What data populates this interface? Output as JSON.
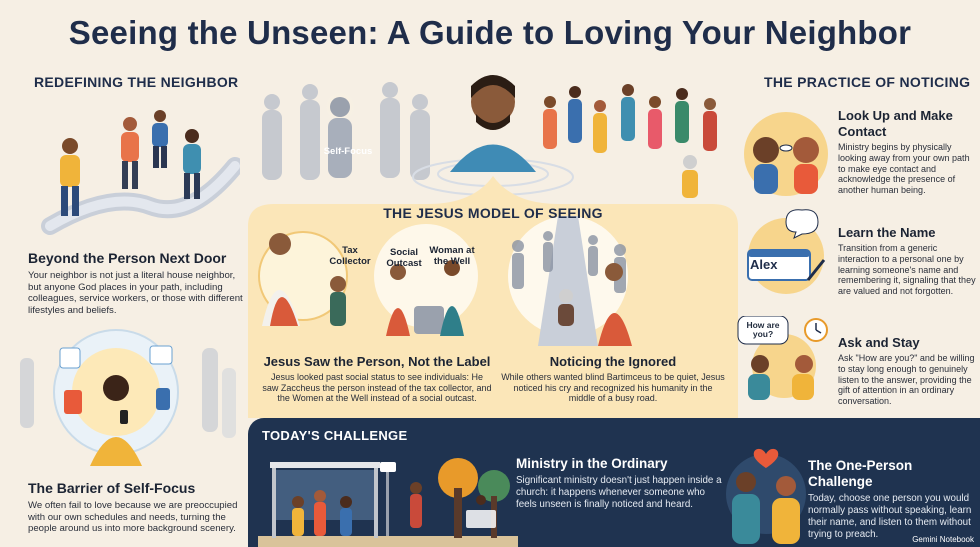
{
  "title": "Seeing the Unseen: A Guide to Loving Your Neighbor",
  "left": {
    "heading": "REDEFINING THE NEIGHBOR",
    "card1": {
      "title": "Beyond the Person Next Door",
      "body": "Your neighbor is not just a literal house neighbor, but anyone God places in your path, including colleagues, service workers, or those with different lifestyles and beliefs."
    },
    "card2": {
      "title": "The Barrier of Self-Focus",
      "body": "We often fail to love because we are preoccupied with our own schedules and needs, turning the people around us into more background scenery."
    }
  },
  "center": {
    "self_focus_label": "Self-Focus",
    "jesus_model_heading": "THE JESUS MODEL OF SEEING",
    "labels": {
      "tax_collector": "Tax Collector",
      "social_outcast": "Social Outcast",
      "woman_at_well": "Woman at the Well"
    },
    "card1": {
      "title": "Jesus Saw the Person, Not the Label",
      "body": "Jesus looked past social status to see individuals: He saw Zaccheus the person instead of the tax collector, and the Women at the Well instead of a social outcast."
    },
    "card2": {
      "title": "Noticing the Ignored",
      "body": "While others wanted blind Bartimceus to be quiet, Jesus noticed his cry and recognized his humanity in the middle of a busy road."
    }
  },
  "right": {
    "heading": "THE PRACTICE OF NOTICING",
    "item1": {
      "title": "Look Up and Make Contact",
      "body": "Ministry begins by physically looking away from your own path to make eye contact and acknowledge the presence of another human being."
    },
    "item2": {
      "title": "Learn the Name",
      "body": "Transition from a generic interaction to a personal one by learning someone's name and remembering it, signaling that they are valued and not forgotten.",
      "name_card": "Alex"
    },
    "item3": {
      "title": "Ask and Stay",
      "body": "Ask \"How are you?\" and be willing to stay long enough to genuinely listen to the answer, providing the gift of attention in an ordinary conversation.",
      "bubble": "How are you?"
    }
  },
  "challenge": {
    "heading": "TODAY'S CHALLENGE",
    "ministry": {
      "title": "Ministry in the Ordinary",
      "body": "Significant ministry doesn't just happen inside a church: it happens whenever someone who feels unseen is finally noticed and heard."
    },
    "one_person": {
      "title": "The One-Person Challenge",
      "body": "Today, choose one person you would normally pass without speaking, learn their name, and listen to them without trying to preach."
    }
  },
  "badge": "Gemini Notebook",
  "colors": {
    "navy": "#1f2d4a",
    "cream": "#f6efe4",
    "gold": "#f3c46a",
    "challenge_bg": "#1f3350"
  }
}
